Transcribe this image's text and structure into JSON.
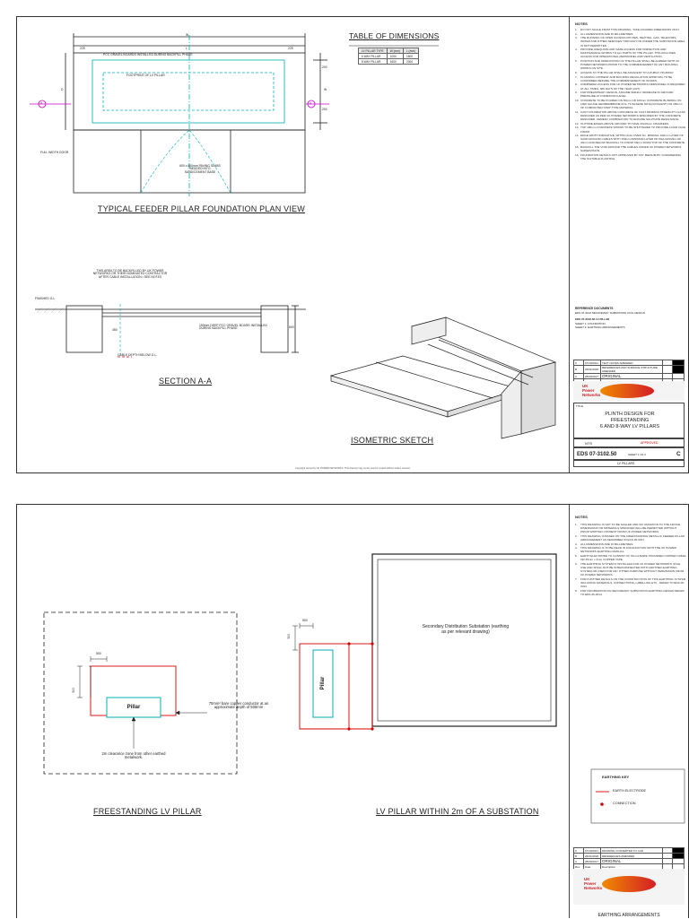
{
  "sheet1": {
    "plan_view": {
      "title": "TYPICAL FEEDER PILLAR FOUNDATION PLAN VIEW",
      "dim_top_w": "W",
      "dim_225_left": "225",
      "dim_225_right": "225",
      "dim_inner": "L",
      "dim_200a": "200",
      "dim_200b": "200",
      "dim_w_side": "W",
      "dim_d": "D",
      "label_gravel_board": "PCC GRAVEL BOARDS INSTALLED DURING BACKFILL PHASE",
      "label_footprint": "FOOTPRINT OF LV PILLAR",
      "label_full_width_door": "FULL WIDTH DOOR",
      "label_paving": "600 x 600mm PAVING SLABS BEDDED INTO SAND/CEMENT BASE",
      "marker_a_left": "A",
      "marker_a_right": "A"
    },
    "dimensions_table": {
      "title": "TABLE OF DIMENSIONS",
      "headers": [
        "LV PILLAR TYPE",
        "W (mm)",
        "L (mm)"
      ],
      "rows": [
        [
          "6 WAY PILLAR",
          "1000",
          "1600"
        ],
        [
          "8 WAY PILLAR",
          "1600",
          "2000"
        ]
      ]
    },
    "section": {
      "title": "SECTION A-A",
      "label_backfill": "THIS AREA TO BE BACKFILLED BY UK POWER NETWORKS OR THEIR NOMINATED CONTRACTOR AFTER CABLE INSTALLATION • SEE NOTES",
      "label_finished_gl": "FINISHED G.L.",
      "label_board": "150mm DEEP PCC GRAVEL BOARD INSTALLED DURING BACKFILL PHASE",
      "label_cable_depth": "CABLE DEPTH BELOW G.L.",
      "dim_450": "450",
      "dim_600": "600"
    },
    "iso": {
      "title": "ISOMETRIC SKETCH"
    },
    "notes": {
      "title": "NOTES",
      "items": [
        "DO NOT SCALE FROM THIS DRAWING. TAKE FIGURED DIMENSIONS ONLY.",
        "ALL DIMENSIONS ARE IN MILLIMETRES.",
        "THE RUNNING OF OPEN ACCESS DITCHES, HEATING, GAS, TELECOMS, WATER AND OTHER SERVICES THROUGH OR UNDER THE SUBSTATION AREA IS NOT PERMITTED.",
        "PROVIDE ADEQUATE AND SAFE ACCESS FOR INSPECTION AND MAINTENANCE WORKS TO ALL PARTS OF THE PILLAR. THIS INCLUDES ACCESS FOR OPERATIONAL PERSONNEL AND VENTILATION.",
        "POSITION AND ORIENTATION OF THE PILLAR SHALL BE AGREED WITH UK POWER NETWORKS PRIOR TO THE COMMENCEMENT OF ANY BUILDING WORKS ON SITE.",
        "ACCESS TO THE PILLAR SHALL BE ADJACENT TO A PUBLIC HIGHWAY.",
        "PLANNING CONSENT AND BUILDING REGULATION APPROVAL TO BE CONFIRMED BEFORE THE COMMENCEMENT OF WORKS.",
        "UNIMPEDED ACCESS FOR UK POWER NETWORKS PERSONNEL IS REQUIRED AT ALL TIMES, 365 DAYS OF THE YEAR (24/7).",
        "FOR PRELIMINARY DESIGN, ASSUME 50kN/m² INCREASE IN GROUND PRESSURE AT FORMATION LEVEL.",
        "CONCRETE TO BE POURED ON 50mm OR 100mm CONCRETE BLINDING ON 1000 GAUGE GEOMEMBRANE (D.E. HUSLSENE OR EQUIVALENT) ON 150mm OF COMPACTED STEP TYPE MATERIAL.",
        "CAST FOUNDATION ABOVE CONCRETE OF CAST MINIMUM STRENGTH CLASS DESIGNED AS PER UK POWER NETWORKS SPECIFIED BY THE CONCRETE DESIGNER. CEMENT COMBINATION TO ENSURE SULPHATE RESISTANCE.",
        "OUTSIDE EDGES ABOVE GROUND TO HAVE 20x20mm CHAMFERS.",
        "TOP 150mm CONCRETE SHOWN TO BE SHUTTERED TO PROVIDE A FAIR FACE FINISH.",
        "EDGE WIDTH INDICATIVE, WITHIN 2mm OVER 3m. MINIMAL 100mm LAYER OF SAND AROUND CABLES WITH 150mm MINIMUM LAYER OF PEA GRAVEL OR 40mm AND BELOW BACKFILL TO FINISH 50mm FROM TOP OF THE CONCRETE.",
        "BACKFILL THE VOID AROUND THE CABLES UNDER UK POWER NETWORKS SUPERVISION.",
        "FOUNDATION DETAILS NOT APPROVED BY ANY MEDIUM-BY CONSIDERING THE SUITABLE FLASHING."
      ]
    },
    "refs": {
      "title": "REFERENCE DOCUMENTS",
      "line1": "EDS 07-3102 SECONDARY SUBSTATION CIVIL DESIGN",
      "sub_title": "EDS 07-3102.50 LV PILLAR",
      "line2": "SHEET 1: FOUNDATION",
      "line3": "SHEET 2: EARTHING ARRANGEMENTS"
    },
    "title_block": {
      "revisions": [
        [
          "C",
          "07/10/2021",
          "TEXT NOTES AMENDED",
          "",
          ""
        ],
        [
          "B",
          "26/01/2018",
          "REFERENCES AND SURFACE STRUCTURE AMENDED",
          "",
          ""
        ],
        [
          "A",
          "28/09/2017",
          "ORIGINAL",
          "",
          ""
        ],
        [
          "Rev",
          "Date",
          "Description",
          "",
          ""
        ]
      ],
      "logo_text_1": "UK",
      "logo_text_2": "Power",
      "logo_text_3": "Networks",
      "title_label": "TITLE",
      "title_line1": "PLINTH DESIGN FOR",
      "title_line2": "FREESTANDING",
      "title_line3": "6 AND 8-WAY LV PILLARS",
      "drawn": "NTS",
      "approved_label": "APPROVED",
      "drawing_no": "EDS 07-3102.50",
      "sheet": "SHEET 1 OF 2",
      "rev_value": "C",
      "subject": "LV PILLARS"
    },
    "footer_note": "Copyright owned by UK POWER NETWORKS. This drawing may not be used or copied without written consent."
  },
  "sheet2": {
    "freestanding": {
      "title": "FREESTANDING LV PILLAR",
      "pillar_label": "Pillar",
      "dim_500a": "500",
      "dim_500b": "500",
      "conductor_label": "70mm² bare copper conductor at an approximate depth of 500mm",
      "clearance_label": "2m clearance zone from other earthed metalwork."
    },
    "substation": {
      "title": "LV PILLAR WITHIN 2m OF A SUBSTATION",
      "pillar_label": "Pillar",
      "dim_500a": "500",
      "dim_500b": "500",
      "substation_label": "Secondary Distribution Substation (earthing as per relevant drawing)"
    },
    "earthing_key": {
      "title": "EARTHING KEY",
      "item1": "EARTH ELECTRODE",
      "item2": "CONNECTION",
      "electrode_color": "#d40000",
      "connection_color": "#d40000"
    },
    "notes": {
      "title": "NOTES",
      "items": [
        "THIS DRAWING IS NOT TO BE SCALED AND NO VARIATION TO THE ADVICE DIMENSIONS OR MATERIALS SPECIFIED WILL BE PERMITTED WITHOUT PRIOR WRITTEN CONSENT FROM UK POWER NETWORKS.",
        "THIS DRAWING IS BASED ON THE FREESTANDING METALLIC FEEDER PILLAR ARRANGEMENT AS DESCRIBED IN ECS 06-0017.",
        "ALL DIMENSIONS ARE IN MILLIMETRES.",
        "THIS DRAWING IS TO BE READ IN CONJUNCTION WITH THE UK POWER NETWORKS EARTHING MANUAL.",
        "EARTH ELECTRODE TO CONSIST OF 70mm² BARE STRANDED COPPER CABLE OR 25mm x 3mm COPPER TAPE.",
        "THE EARTHING SYSTEM IS INSTALLED FOR UK POWER NETWORKS' SOLE USE AND SHALL NOT BE INTERCONNECTED WITH ANOTHER EARTHING SYSTEM OR USED FOR ANY OTHER PURPOSE WITHOUT PERMISSION FROM UK POWER NETWORKS.",
        "FOR FURTHER DETAILS ON THE CONSTRUCTION OF THIS EARTHING SYSTEM INCLUDING MATERIALS, CONNECTIONS, LABELLING ETC., REFER TO EDS 06-0013.",
        "FOR INFORMATION ON SECONDARY SUBSTATION EARTHING DESIGN REFER TO EDS 06-0014."
      ]
    },
    "title_block": {
      "revisions": [
        [
          "C",
          "07/10/2021",
          "DRAWING CONVERTED TO CAD",
          "",
          ""
        ],
        [
          "B",
          "26/01/2018",
          "REFERENCES AMENDED",
          "",
          ""
        ],
        [
          "A",
          "28/09/2017",
          "ORIGINAL",
          "",
          ""
        ],
        [
          "Rev",
          "Date",
          "Description",
          "",
          ""
        ]
      ],
      "logo_text_1": "UK",
      "logo_text_2": "Power",
      "logo_text_3": "Networks",
      "title_line1": "EARTHING ARRANGEMENTS"
    }
  },
  "colors": {
    "line": "#222222",
    "cyan": "#00b0b8",
    "red": "#d40000",
    "magenta": "#cc00cc",
    "logo_orange": "#f08a00",
    "logo_red": "#d31f26"
  }
}
